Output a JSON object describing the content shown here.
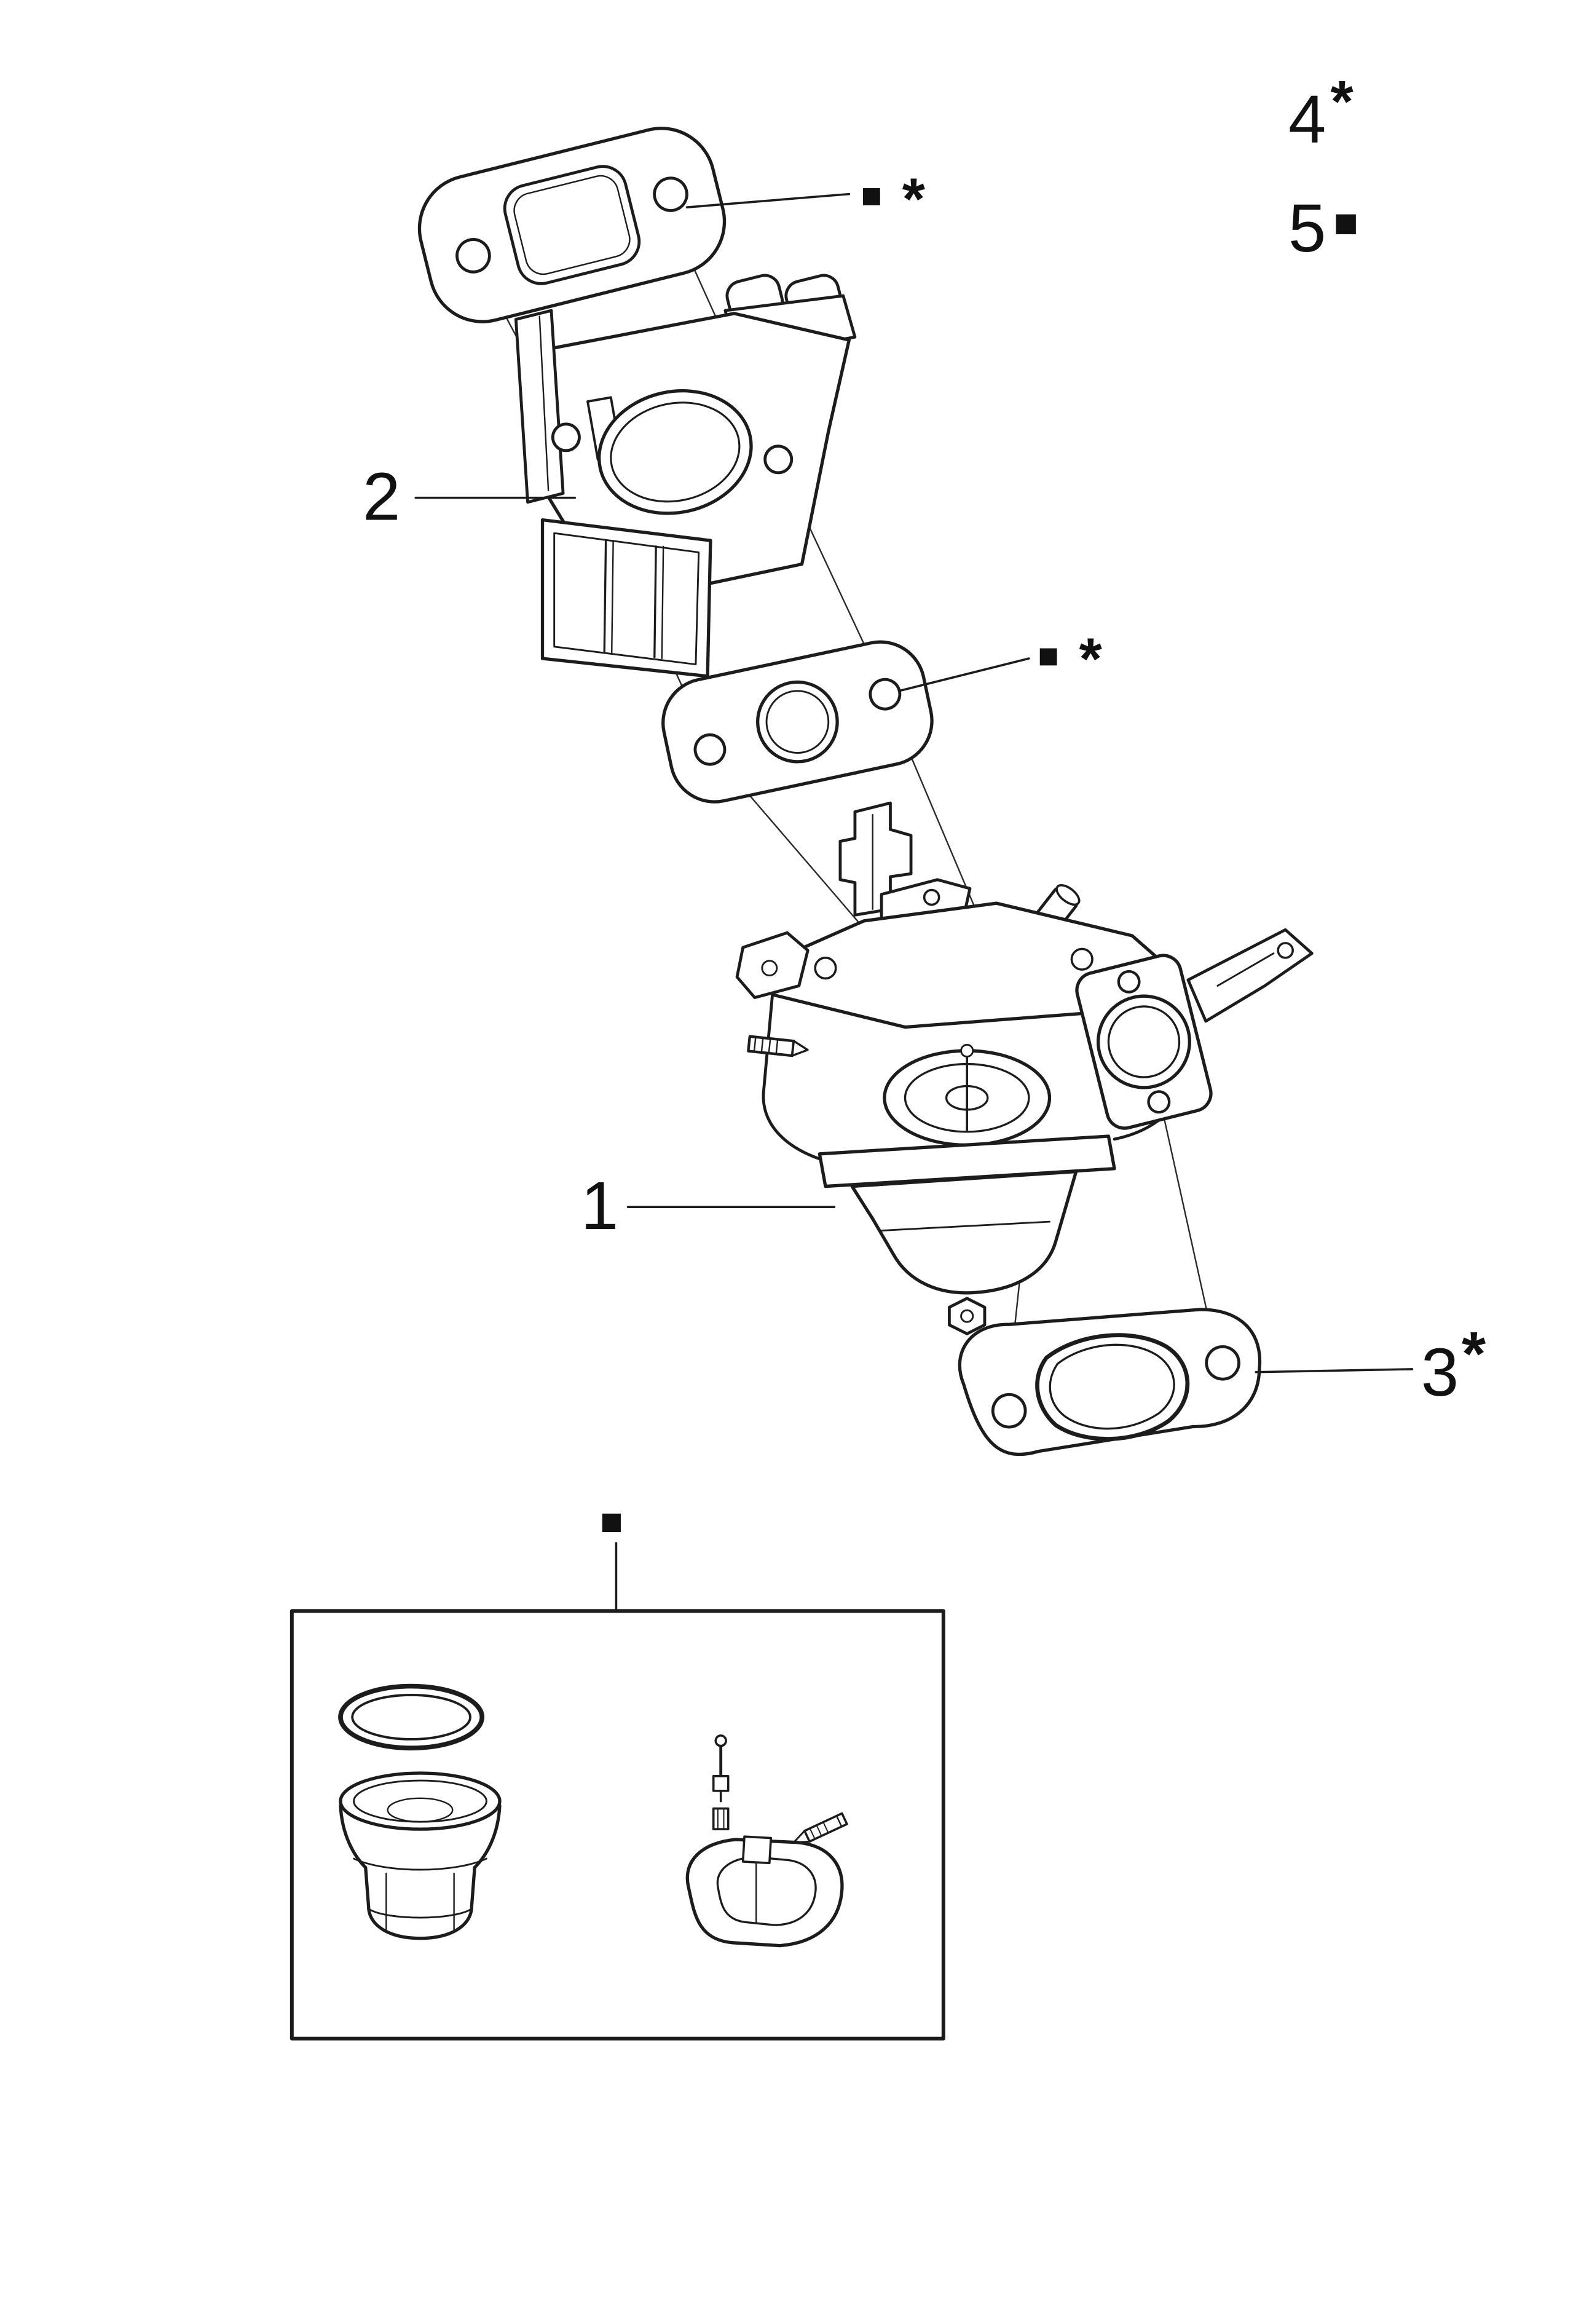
{
  "page": {
    "background": "#ffffff",
    "ink": "#1c1c1c"
  },
  "callouts": {
    "part1": {
      "label": "1"
    },
    "part2": {
      "label": "2"
    },
    "part3": {
      "number": "3",
      "marker": "*"
    },
    "part4": {
      "number": "4",
      "marker": "*"
    },
    "part5": {
      "number": "5",
      "marker": "■"
    },
    "gasket_top_marker": {
      "square": "■",
      "star": "*"
    },
    "gasket_middle_marker": {
      "square": "■",
      "star": "*"
    },
    "kit_marker": {
      "square": "■"
    }
  }
}
